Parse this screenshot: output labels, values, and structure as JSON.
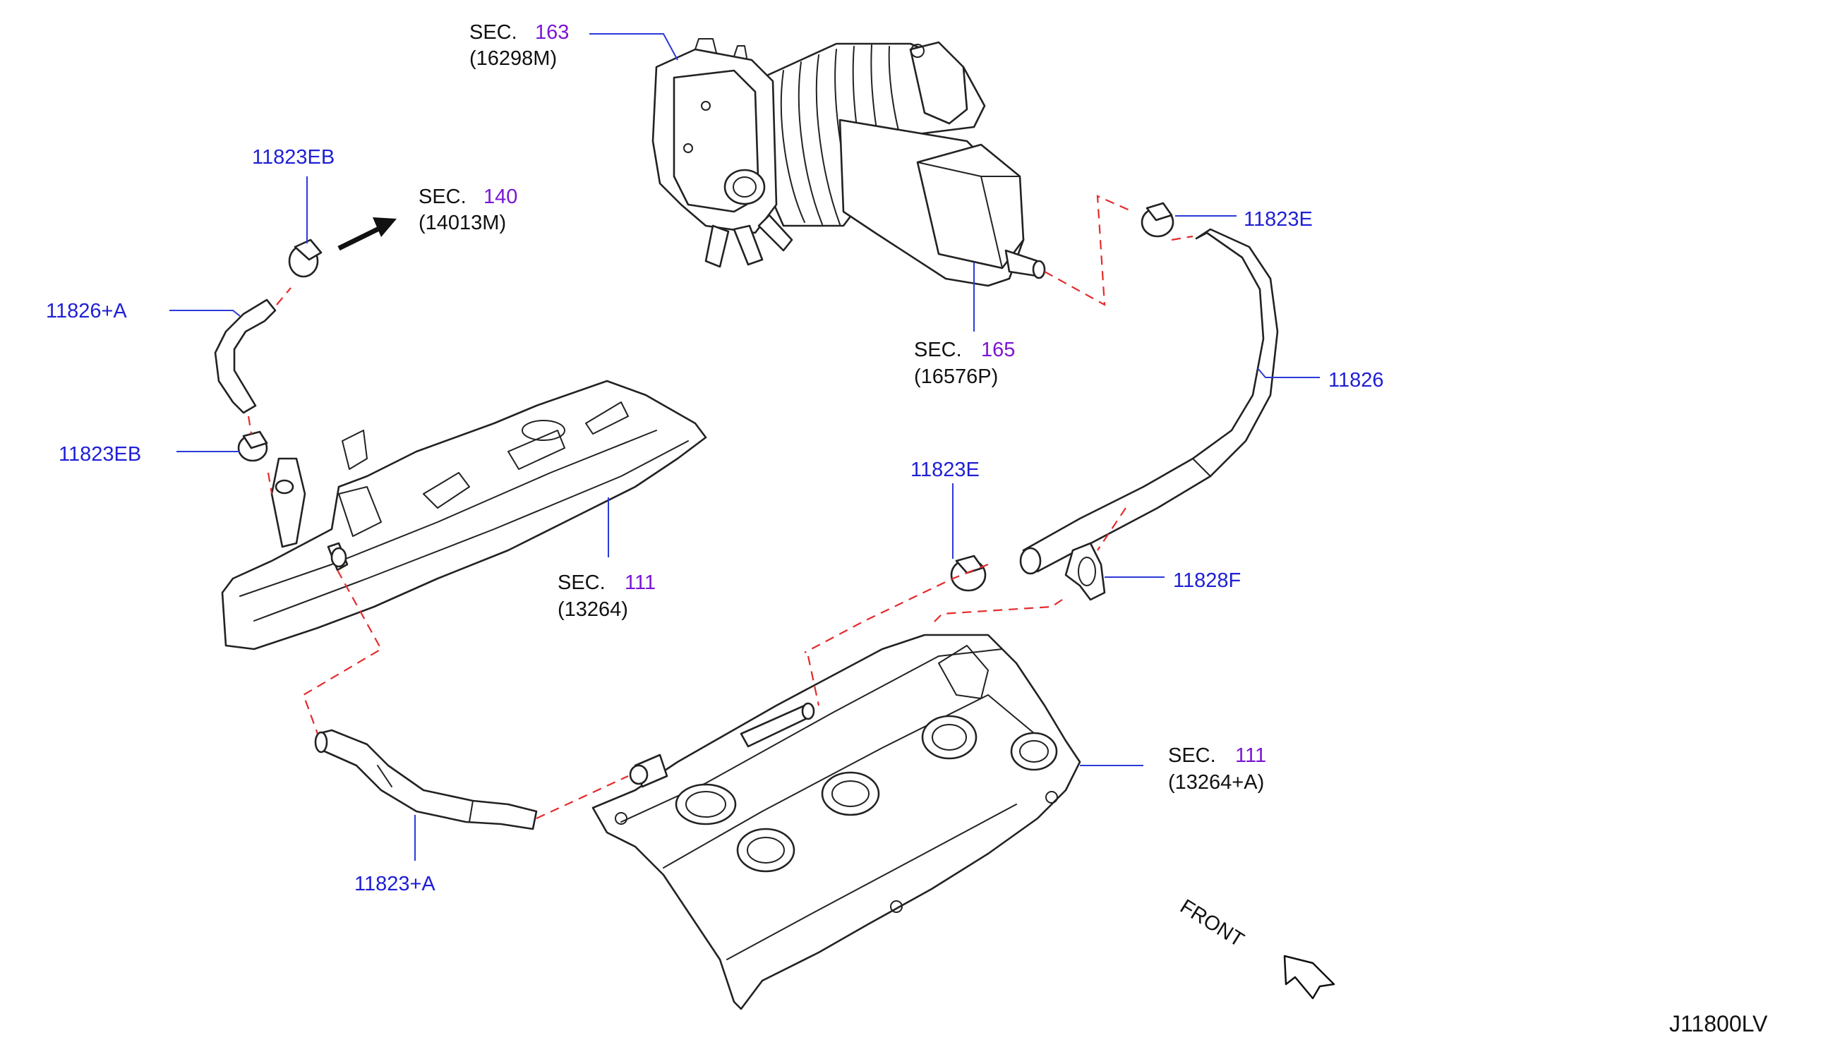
{
  "diagram_id": "J11800LV",
  "front_label": "FRONT",
  "sec_word": "SEC.",
  "sections": {
    "throttle": {
      "num": "163",
      "code": "(16298M)"
    },
    "intake": {
      "num": "140",
      "code": "(14013M)"
    },
    "chamber": {
      "num": "165",
      "code": "(16576P)"
    },
    "rocker_left": {
      "num": "111",
      "code": "(13264)"
    },
    "rocker_right": {
      "num": "111",
      "code": "(13264+A)"
    }
  },
  "parts": {
    "clamp_eb_top": "11823EB",
    "hose_a": "11826+A",
    "clamp_eb_mid": "11823EB",
    "clamp_e_right": "11823E",
    "hose_main": "11826",
    "clamp_e_mid": "11823E",
    "clip_f": "11828F",
    "hose_lower": "11823+A"
  },
  "colors": {
    "part_number": "#1f1fd6",
    "section_number": "#7a16d6",
    "leader_line": "#2a3ad8",
    "phantom_line": "#e52a2a"
  }
}
